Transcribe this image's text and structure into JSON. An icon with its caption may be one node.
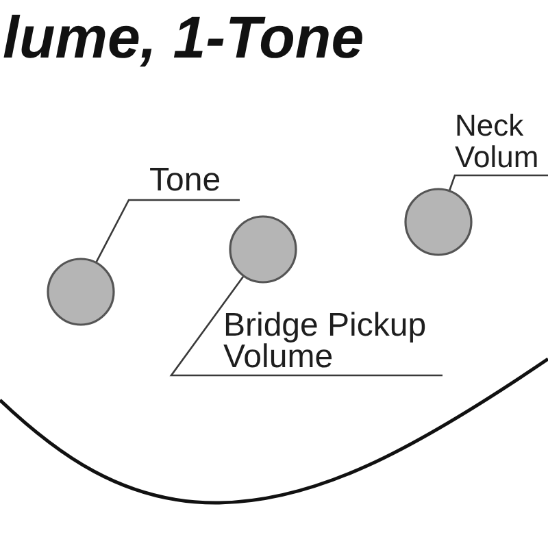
{
  "diagram": {
    "title": "lume, 1-Tone",
    "nodes": [
      {
        "text": [
          "Tone"
        ]
      },
      {
        "text": [],
        "shape": "circle"
      },
      {
        "text": [],
        "shape": "circle"
      },
      {
        "text": [
          "Bridge Pickup Volume"
        ]
      },
      {
        "text": [
          "Neck Volum"
        ]
      },
      {
        "text": [],
        "shape": "circle"
      }
    ],
    "edges": [
      {
        "from": 0,
        "to": 1,
        "arrow": "none"
      },
      {
        "from": 3,
        "to": 2,
        "arrow": "none"
      },
      {
        "from": 4,
        "to": 5,
        "arrow": "none"
      }
    ]
  }
}
